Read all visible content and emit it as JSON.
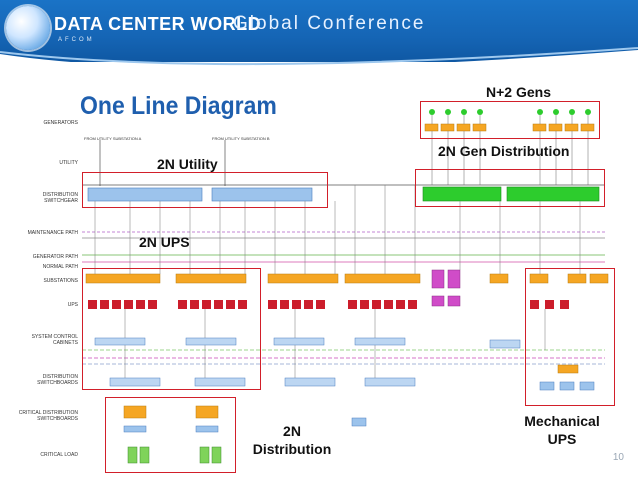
{
  "header": {
    "brand": "DATA CENTER WORLD",
    "subtitle": "Global Conference",
    "tag": "AFCOM"
  },
  "slide": {
    "title": "One Line Diagram",
    "page_number": "10"
  },
  "callouts": {
    "gens": "N+2 Gens",
    "gen_distribution": "2N Gen Distribution",
    "utility": "2N Utility",
    "ups": "2N UPS",
    "distribution": "2N\nDistribution",
    "mechanical_ups": "Mechanical\nUPS"
  },
  "row_labels": [
    "GENERATORS",
    "UTILITY",
    "DISTRIBUTION SWITCHGEAR",
    "MAINTENANCE PATH",
    "GENERATOR PATH",
    "NORMAL PATH",
    "SUBSTATIONS",
    "UPS",
    "SYSTEM CONTROL CABINETS",
    "DISTRIBUTION SWITCHBOARDS",
    "CRITICAL DISTRIBUTION SWITCHBOARDS",
    "CRITICAL LOAD"
  ],
  "diagram_text": {
    "utility_a": "FROM UTILITY SUBSTATION A",
    "utility_b": "FROM UTILITY SUBSTATION B"
  },
  "colors": {
    "header_blue": "#1565b5",
    "title_blue": "#1f5fae",
    "callout_red": "#d21f2a",
    "swgr_blue": "#9cc3ec",
    "gen_green": "#2dcc2d",
    "sub_orange": "#f5a623",
    "ups_red": "#cc1d2b",
    "mech_magenta": "#d04cc8"
  }
}
